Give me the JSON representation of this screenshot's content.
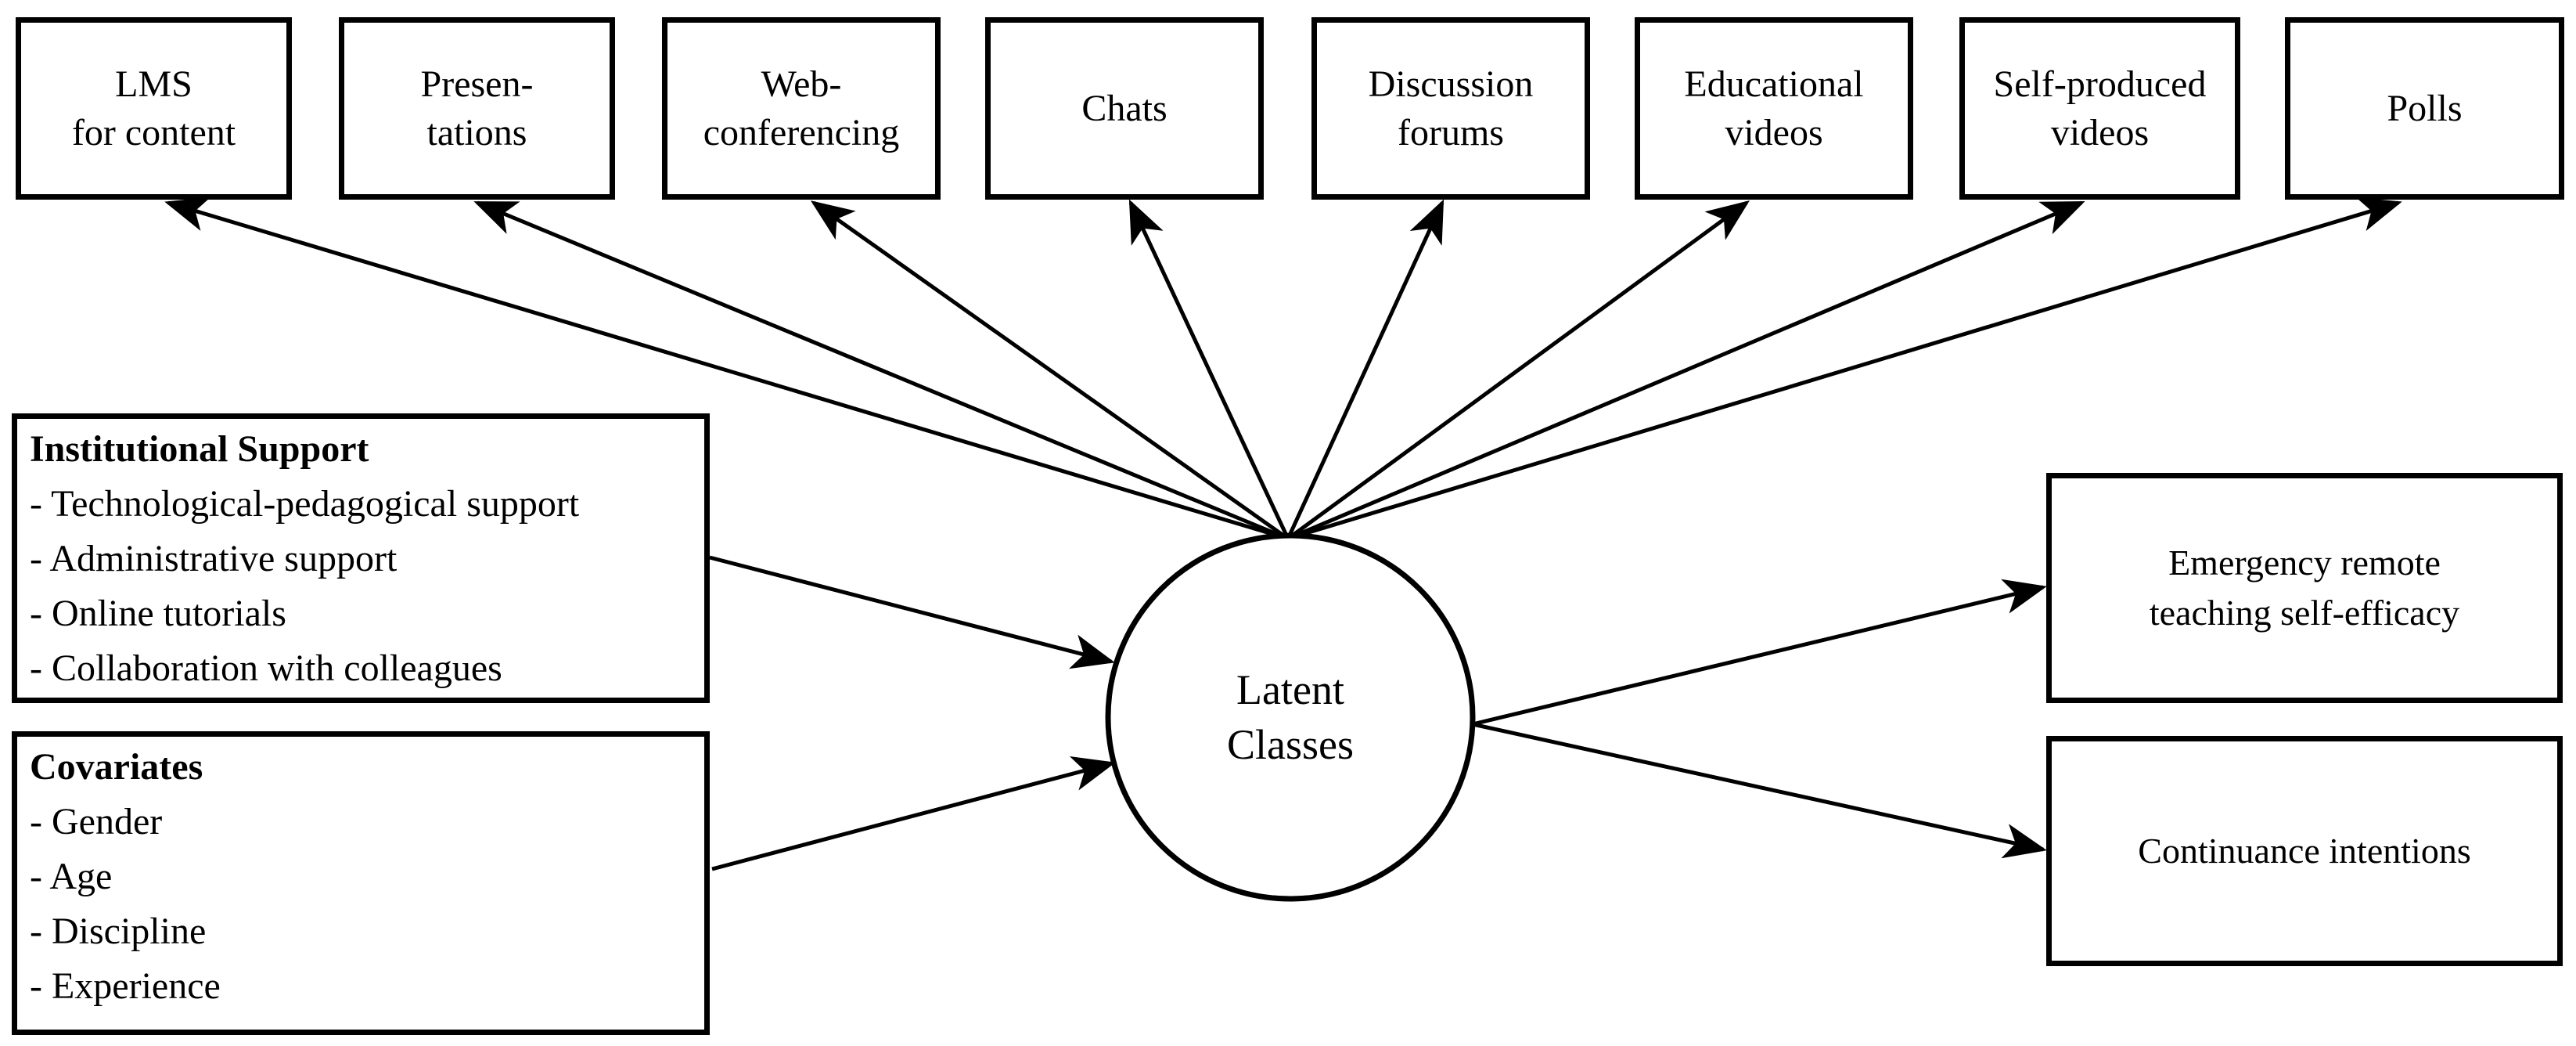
{
  "colors": {
    "ink": "#000000",
    "paper": "#ffffff"
  },
  "indicators": [
    {
      "label": "LMS\nfor content"
    },
    {
      "label": "Presen-\ntations"
    },
    {
      "label": "Web-\nconferencing"
    },
    {
      "label": "Chats"
    },
    {
      "label": "Discussion\nforums"
    },
    {
      "label": "Educational\nvideos"
    },
    {
      "label": "Self-produced\nvideos"
    },
    {
      "label": "Polls"
    }
  ],
  "latent": {
    "label": "Latent\nClasses"
  },
  "predictors": [
    {
      "title": "Institutional Support",
      "items": [
        "- Technological-pedagogical support",
        "- Administrative support",
        "- Online tutorials",
        "- Collaboration with colleagues"
      ]
    },
    {
      "title": "Covariates",
      "items": [
        "- Gender",
        "- Age",
        "- Discipline",
        "- Experience"
      ]
    }
  ],
  "outcomes": [
    {
      "label": "Emergency remote\nteaching self-efficacy"
    },
    {
      "label": "Continuance intentions"
    }
  ]
}
